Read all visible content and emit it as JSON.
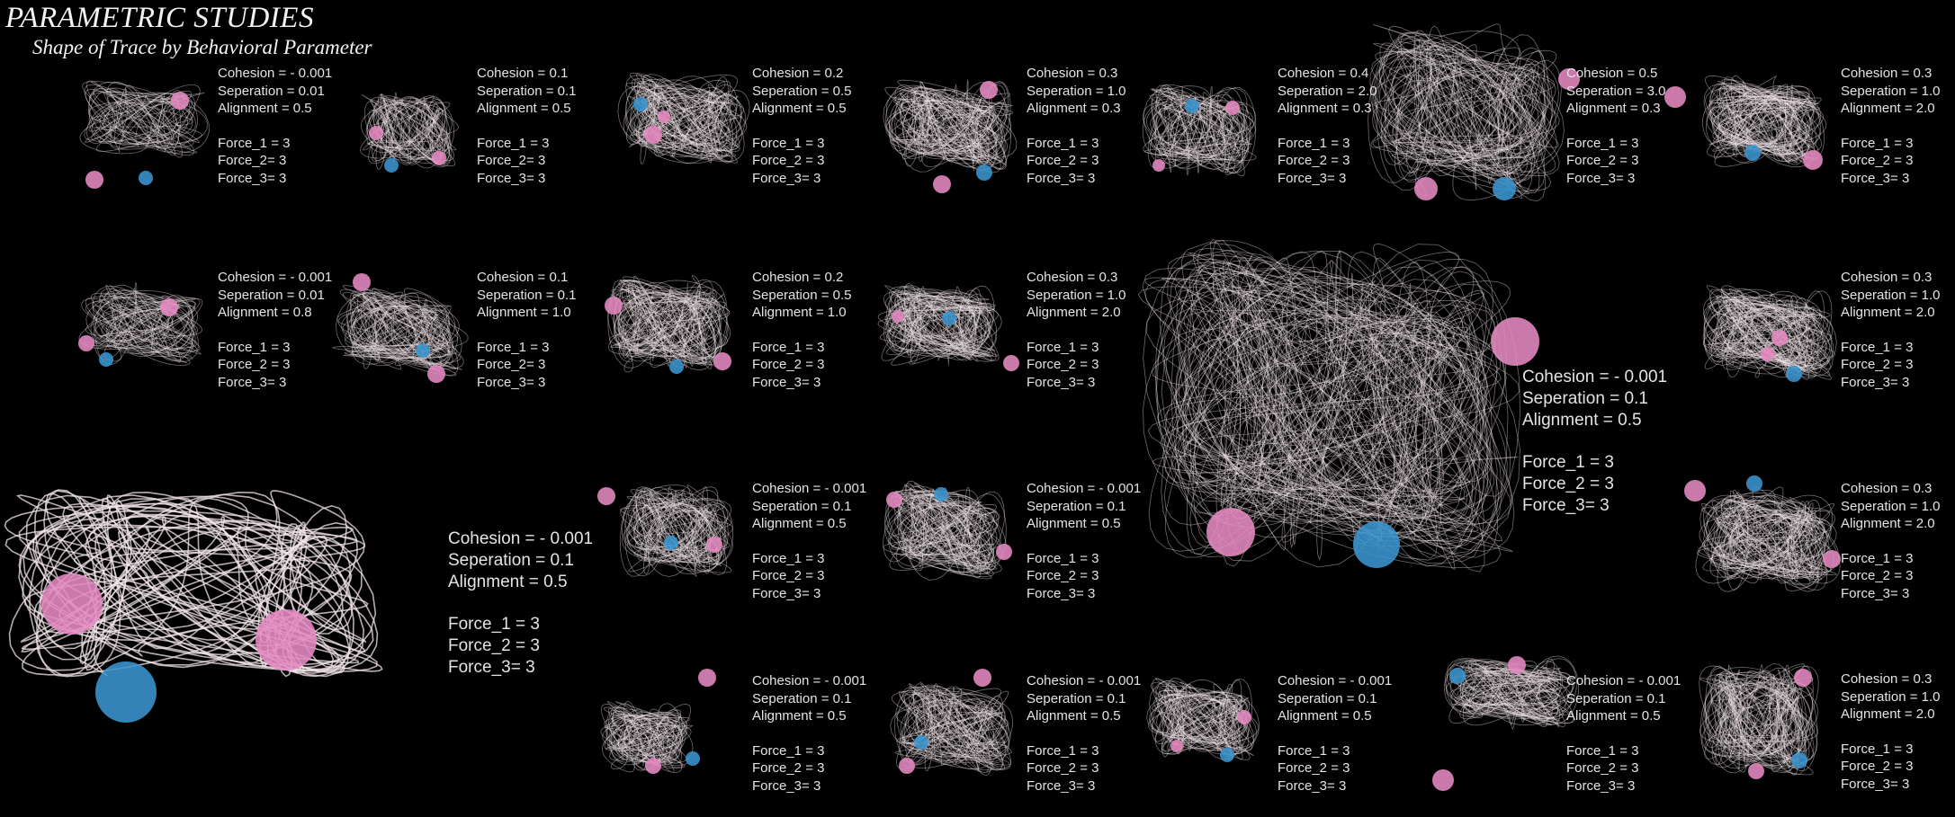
{
  "title": "PARAMETRIC STUDIES",
  "subtitle": "Shape of Trace by Behavioral Parameter",
  "colors": {
    "background": "#000000",
    "trace": "#f3e6ea",
    "attractor_pink": "#e58ac2",
    "attractor_blue": "#3a95cf",
    "text": "#e4e4e4"
  },
  "panels": [
    {
      "label": "cohesion-0-001-r1",
      "cohesion": "Cohesion = - 0.001",
      "separation": "Seperation = 0.01",
      "alignment": "Alignment = 0.5",
      "force1": "Force_1 = 3",
      "force2": "Force_2= 3",
      "force3": "Force_3= 3"
    },
    {
      "label": "cohesion-0-1-r1",
      "cohesion": "Cohesion =  0.1",
      "separation": "Seperation = 0.1",
      "alignment": "Alignment = 0.5",
      "force1": "Force_1 = 3",
      "force2": "Force_2= 3",
      "force3": "Force_3= 3"
    },
    {
      "label": "cohesion-0-2-r1",
      "cohesion": "Cohesion = 0.2",
      "separation": "Seperation = 0.5",
      "alignment": "Alignment = 0.5",
      "force1": "Force_1 = 3",
      "force2": "Force_2 = 3",
      "force3": "Force_3= 3"
    },
    {
      "label": "cohesion-0-3-r1",
      "cohesion": "Cohesion = 0.3",
      "separation": "Seperation = 1.0",
      "alignment": "Alignment = 0.3",
      "force1": "Force_1 = 3",
      "force2": "Force_2 = 3",
      "force3": "Force_3= 3"
    },
    {
      "label": "cohesion-0-4-r1",
      "cohesion": "Cohesion = 0.4",
      "separation": "Seperation = 2.0",
      "alignment": "Alignment = 0.3",
      "force1": "Force_1 = 3",
      "force2": "Force_2 = 3",
      "force3": "Force_3= 3"
    },
    {
      "label": "cohesion-0-5-r1",
      "cohesion": "Cohesion = 0.5",
      "separation": "Seperation = 3.0",
      "alignment": "Alignment = 0.3",
      "force1": "Force_1 = 3",
      "force2": "Force_2 = 3",
      "force3": "Force_3= 3"
    },
    {
      "label": "cohesion-0-3b-r1",
      "cohesion": "Cohesion = 0.3",
      "separation": "Seperation = 1.0",
      "alignment": "Alignment = 2.0",
      "force1": "Force_1 = 3",
      "force2": "Force_2 = 3",
      "force3": "Force_3= 3"
    },
    {
      "label": "cohesion-0-001-r2",
      "cohesion": "Cohesion = - 0.001",
      "separation": "Seperation = 0.01",
      "alignment": "Alignment = 0.8",
      "force1": "Force_1 = 3",
      "force2": "Force_2 = 3",
      "force3": "Force_3= 3"
    },
    {
      "label": "cohesion-0-1-r2",
      "cohesion": "Cohesion =  0.1",
      "separation": "Seperation = 0.1",
      "alignment": "Alignment = 1.0",
      "force1": "Force_1 = 3",
      "force2": "Force_2= 3",
      "force3": "Force_3= 3"
    },
    {
      "label": "cohesion-0-2-r2",
      "cohesion": "Cohesion = 0.2",
      "separation": "Seperation = 0.5",
      "alignment": "Alignment = 1.0",
      "force1": "Force_1 = 3",
      "force2": "Force_2 = 3",
      "force3": "Force_3= 3"
    },
    {
      "label": "cohesion-0-3-r2",
      "cohesion": "Cohesion = 0.3",
      "separation": "Seperation = 1.0",
      "alignment": "Alignment = 2.0",
      "force1": "Force_1 = 3",
      "force2": "Force_2 = 3",
      "force3": "Force_3= 3"
    },
    {
      "label": "cohesion-large-center",
      "big": true,
      "cohesion": "Cohesion = - 0.001",
      "separation": "Seperation = 0.1",
      "alignment": "Alignment = 0.5",
      "force1": "Force_1 = 3",
      "force2": "Force_2 = 3",
      "force3": "Force_3= 3"
    },
    {
      "label": "cohesion-0-3-r2b",
      "cohesion": "Cohesion = 0.3",
      "separation": "Seperation = 1.0",
      "alignment": "Alignment = 2.0",
      "force1": "Force_1 = 3",
      "force2": "Force_2 = 3",
      "force3": "Force_3= 3"
    },
    {
      "label": "cohesion-large-left",
      "big": true,
      "cohesion": "Cohesion = - 0.001",
      "separation": "Seperation = 0.1",
      "alignment": "Alignment = 0.5",
      "force1": "Force_1 = 3",
      "force2": "Force_2 = 3",
      "force3": "Force_3= 3"
    },
    {
      "label": "cohesion-0-001-r3a",
      "cohesion": "Cohesion = - 0.001",
      "separation": "Seperation = 0.1",
      "alignment": "Alignment = 0.5",
      "force1": "Force_1 = 3",
      "force2": "Force_2 = 3",
      "force3": "Force_3= 3"
    },
    {
      "label": "cohesion-0-001-r3b",
      "cohesion": "Cohesion = - 0.001",
      "separation": "Seperation = 0.1",
      "alignment": "Alignment = 0.5",
      "force1": "Force_1 = 3",
      "force2": "Force_2 = 3",
      "force3": "Force_3= 3"
    },
    {
      "label": "cohesion-0-3-r3",
      "cohesion": "Cohesion = 0.3",
      "separation": "Seperation = 1.0",
      "alignment": "Alignment = 2.0",
      "force1": "Force_1 = 3",
      "force2": "Force_2 = 3",
      "force3": "Force_3= 3"
    },
    {
      "label": "cohesion-0-001-r4a",
      "cohesion": "Cohesion = - 0.001",
      "separation": "Seperation = 0.1",
      "alignment": "Alignment = 0.5",
      "force1": "Force_1 = 3",
      "force2": "Force_2 = 3",
      "force3": "Force_3= 3"
    },
    {
      "label": "cohesion-0-001-r4b",
      "cohesion": "Cohesion = - 0.001",
      "separation": "Seperation = 0.1",
      "alignment": "Alignment = 0.5",
      "force1": "Force_1 = 3",
      "force2": "Force_2 = 3",
      "force3": "Force_3= 3"
    },
    {
      "label": "cohesion-0-001-r4c",
      "cohesion": "Cohesion = - 0.001",
      "separation": "Seperation = 0.1",
      "alignment": "Alignment = 0.5",
      "force1": "Force_1 = 3",
      "force2": "Force_2 = 3",
      "force3": "Force_3= 3"
    },
    {
      "label": "cohesion-0-001-r4d",
      "cohesion": "Cohesion = - 0.001",
      "separation": "Seperation = 0.1",
      "alignment": "Alignment = 0.5",
      "force1": "Force_1 = 3",
      "force2": "Force_2 = 3",
      "force3": "Force_3= 3"
    },
    {
      "label": "cohesion-0-3-r4",
      "cohesion": "Cohesion = 0.3",
      "separation": "Seperation = 1.0",
      "alignment": "Alignment = 2.0",
      "force1": "Force_1 = 3",
      "force2": "Force_2 = 3",
      "force3": "Force_3= 3"
    }
  ]
}
